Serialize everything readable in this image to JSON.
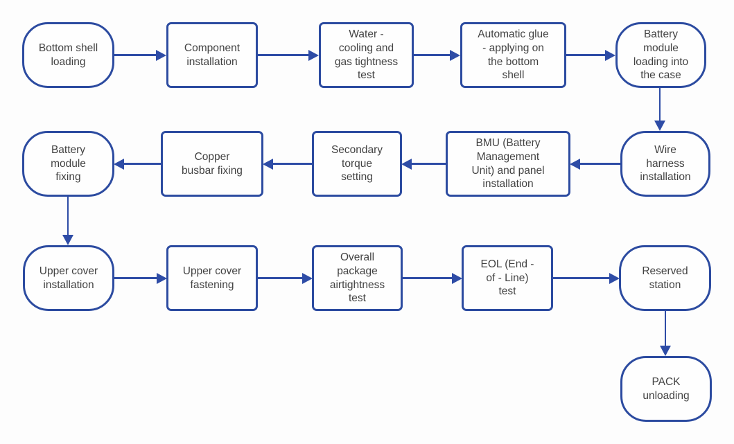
{
  "diagram": {
    "type": "flowchart",
    "colors": {
      "line": "#2c4ba0",
      "arrow": "#2e4ca6",
      "text": "#424242",
      "node_fill": "#fefefe",
      "background": "#fdfdfd"
    },
    "nodes": [
      {
        "id": "bottom-shell-loading",
        "shape": "stadium",
        "label": "Bottom shell\nloading"
      },
      {
        "id": "component-installation",
        "shape": "rect",
        "label": "Component\ninstallation"
      },
      {
        "id": "water-cooling-gas-tightness-test",
        "shape": "rect",
        "label": "Water -\ncooling and\ngas tightness\ntest"
      },
      {
        "id": "automatic-glue-applying",
        "shape": "rect",
        "label": "Automatic glue\n- applying on\nthe bottom\nshell"
      },
      {
        "id": "battery-module-loading",
        "shape": "stadium",
        "label": "Battery\nmodule\nloading into\nthe case"
      },
      {
        "id": "wire-harness-installation",
        "shape": "stadium",
        "label": "Wire\nharness\ninstallation"
      },
      {
        "id": "bmu-panel-installation",
        "shape": "rect",
        "label": "BMU (Battery\nManagement\nUnit) and panel\ninstallation"
      },
      {
        "id": "secondary-torque-setting",
        "shape": "rect",
        "label": "Secondary\ntorque\nsetting"
      },
      {
        "id": "copper-busbar-fixing",
        "shape": "rect",
        "label": "Copper\nbusbar fixing"
      },
      {
        "id": "battery-module-fixing",
        "shape": "stadium",
        "label": "Battery\nmodule\nfixing"
      },
      {
        "id": "upper-cover-installation",
        "shape": "stadium",
        "label": "Upper cover\ninstallation"
      },
      {
        "id": "upper-cover-fastening",
        "shape": "rect",
        "label": "Upper cover\nfastening"
      },
      {
        "id": "overall-package-airtightness-test",
        "shape": "rect",
        "label": "Overall\npackage\nairtightness\ntest"
      },
      {
        "id": "eol-test",
        "shape": "rect",
        "label": "EOL (End -\nof - Line)\ntest"
      },
      {
        "id": "reserved-station",
        "shape": "stadium",
        "label": "Reserved\nstation"
      },
      {
        "id": "pack-unloading",
        "shape": "stadium",
        "label": "PACK\nunloading"
      }
    ],
    "connections": [
      {
        "from": "bottom-shell-loading",
        "to": "component-installation"
      },
      {
        "from": "component-installation",
        "to": "water-cooling-gas-tightness-test"
      },
      {
        "from": "water-cooling-gas-tightness-test",
        "to": "automatic-glue-applying"
      },
      {
        "from": "automatic-glue-applying",
        "to": "battery-module-loading"
      },
      {
        "from": "battery-module-loading",
        "to": "wire-harness-installation"
      },
      {
        "from": "wire-harness-installation",
        "to": "bmu-panel-installation"
      },
      {
        "from": "bmu-panel-installation",
        "to": "secondary-torque-setting"
      },
      {
        "from": "secondary-torque-setting",
        "to": "copper-busbar-fixing"
      },
      {
        "from": "copper-busbar-fixing",
        "to": "battery-module-fixing"
      },
      {
        "from": "battery-module-fixing",
        "to": "upper-cover-installation"
      },
      {
        "from": "upper-cover-installation",
        "to": "upper-cover-fastening"
      },
      {
        "from": "upper-cover-fastening",
        "to": "overall-package-airtightness-test"
      },
      {
        "from": "overall-package-airtightness-test",
        "to": "eol-test"
      },
      {
        "from": "eol-test",
        "to": "reserved-station"
      },
      {
        "from": "reserved-station",
        "to": "pack-unloading"
      }
    ]
  }
}
